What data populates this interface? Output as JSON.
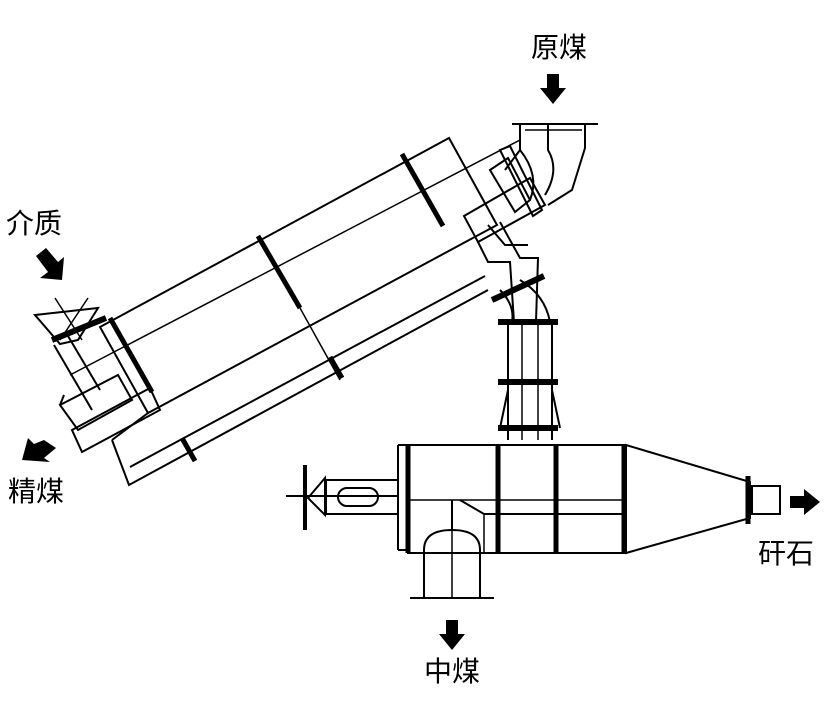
{
  "labels": {
    "raw_coal": "原煤",
    "medium": "介质",
    "clean_coal": "精煤",
    "middlings": "中煤",
    "gangue": "矸石"
  }
}
